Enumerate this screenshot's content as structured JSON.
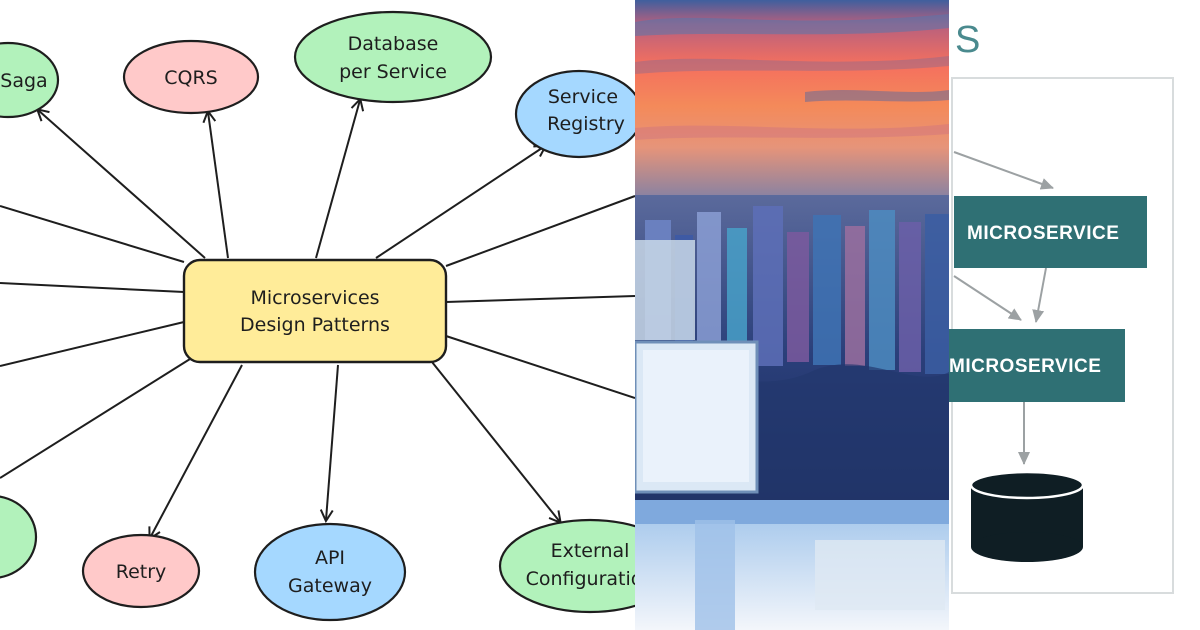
{
  "diagram": {
    "center_lines": [
      "Microservices",
      "Design Patterns"
    ],
    "nodes": {
      "saga": [
        "Saga"
      ],
      "cqrs": [
        "CQRS"
      ],
      "database_per_service": [
        "Database",
        "per Service"
      ],
      "service_registry": [
        "Service",
        "Registry"
      ],
      "retry": [
        "Retry"
      ],
      "api_gateway": [
        "API",
        "Gateway"
      ],
      "external_configuration": [
        "External",
        "Configuration"
      ]
    }
  },
  "architecture": {
    "title_fragment": "S",
    "box_top_label": "MICROSERVICE",
    "box_bottom_label": "MICROSERVICE"
  },
  "colors": {
    "green_node": "#b2f2bb",
    "red_node": "#ffc9c9",
    "blue_node": "#a5d8ff",
    "center_fill": "#ffec99",
    "teal_box": "#2f7074",
    "database": "#0f1e24"
  }
}
